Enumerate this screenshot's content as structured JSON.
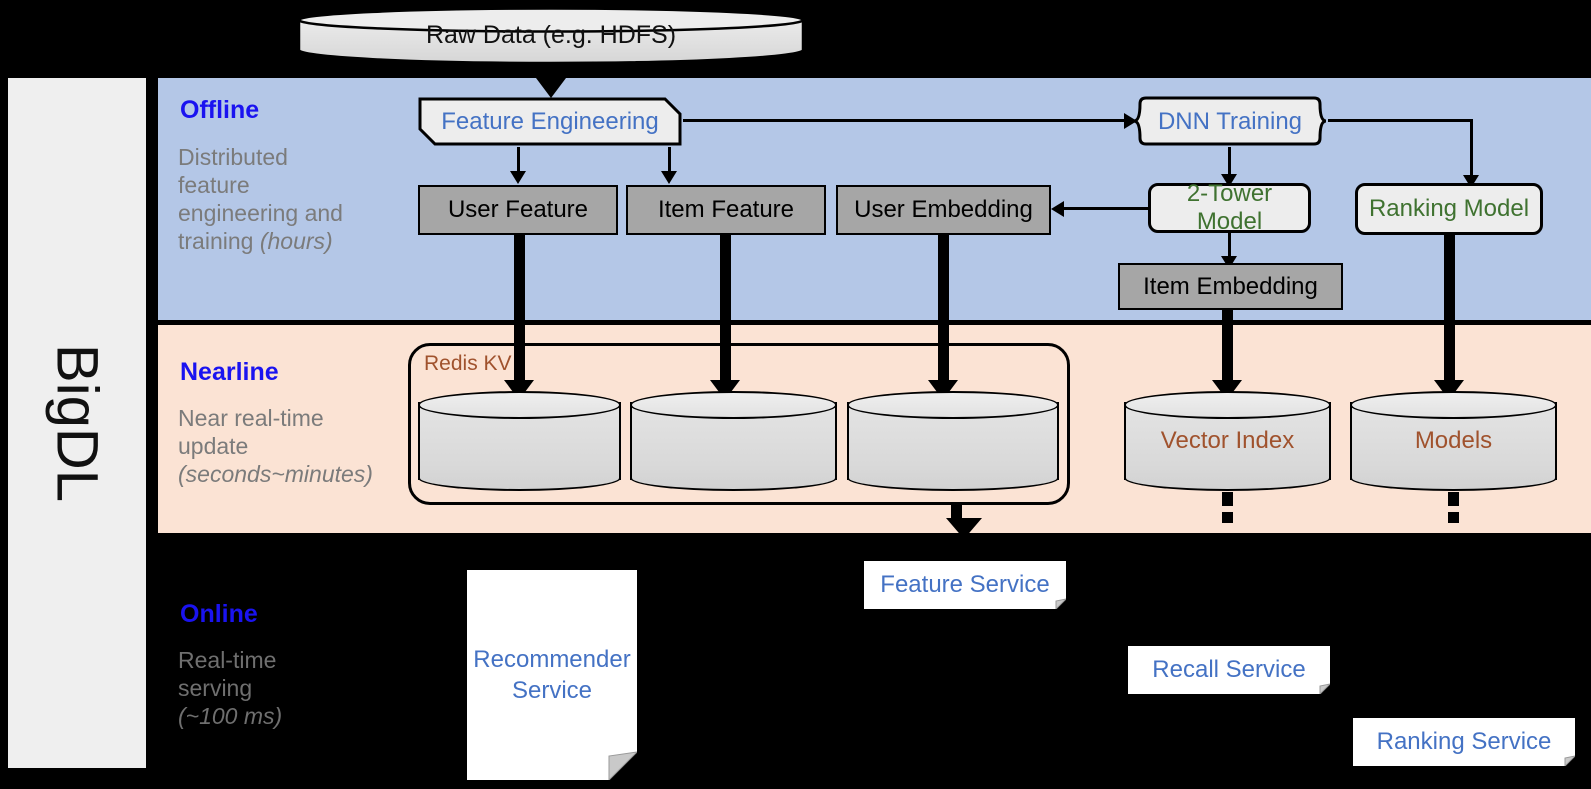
{
  "brand": {
    "label": "BigDL"
  },
  "source": {
    "label": "Raw Data (e.g. HDFS)"
  },
  "layers": {
    "offline": {
      "title": "Offline",
      "subtitle_line1": "Distributed",
      "subtitle_line2": "feature",
      "subtitle_line3": "engineering and",
      "subtitle_line4": "training ",
      "subtitle_italic": "(hours)"
    },
    "nearline": {
      "title": "Nearline",
      "subtitle_line1": "Near real-time",
      "subtitle_line2": "update",
      "subtitle_italic": "(seconds~minutes)"
    },
    "online": {
      "title": "Online",
      "subtitle_line1": "Real-time",
      "subtitle_line2": "serving",
      "subtitle_italic": "(~100 ms)"
    }
  },
  "offline_nodes": {
    "feature_engineering": "Feature Engineering",
    "dnn_training": "DNN Training",
    "user_feature": "User Feature",
    "item_feature": "Item Feature",
    "user_embedding": "User Embedding",
    "two_tower_model": "2-Tower Model",
    "ranking_model": "Ranking Model",
    "item_embedding": "Item Embedding"
  },
  "nearline_nodes": {
    "redis_group": "Redis KV",
    "store_user_feature": "",
    "store_item_feature": "",
    "store_user_embedding": "",
    "vector_index": "Vector Index",
    "models": "Models"
  },
  "online_nodes": {
    "recommender_service": "Recommender\nService",
    "recommender_service_line1": "Recommender",
    "recommender_service_line2": "Service",
    "feature_service": "Feature Service",
    "recall_service": "Recall Service",
    "ranking_service": "Ranking Service"
  },
  "colors": {
    "offline_band": "#b4c7e7",
    "nearline_band": "#fbe3d4",
    "online_band": "#000000",
    "layer_title": "#1a13f0",
    "layer_subtitle": "#7b7b7b",
    "process_text": "#4472c4",
    "model_text": "#3f7230",
    "store_text": "#a0522d",
    "gray_box": "#a6a6a6",
    "brand_rail": "#efefef"
  }
}
